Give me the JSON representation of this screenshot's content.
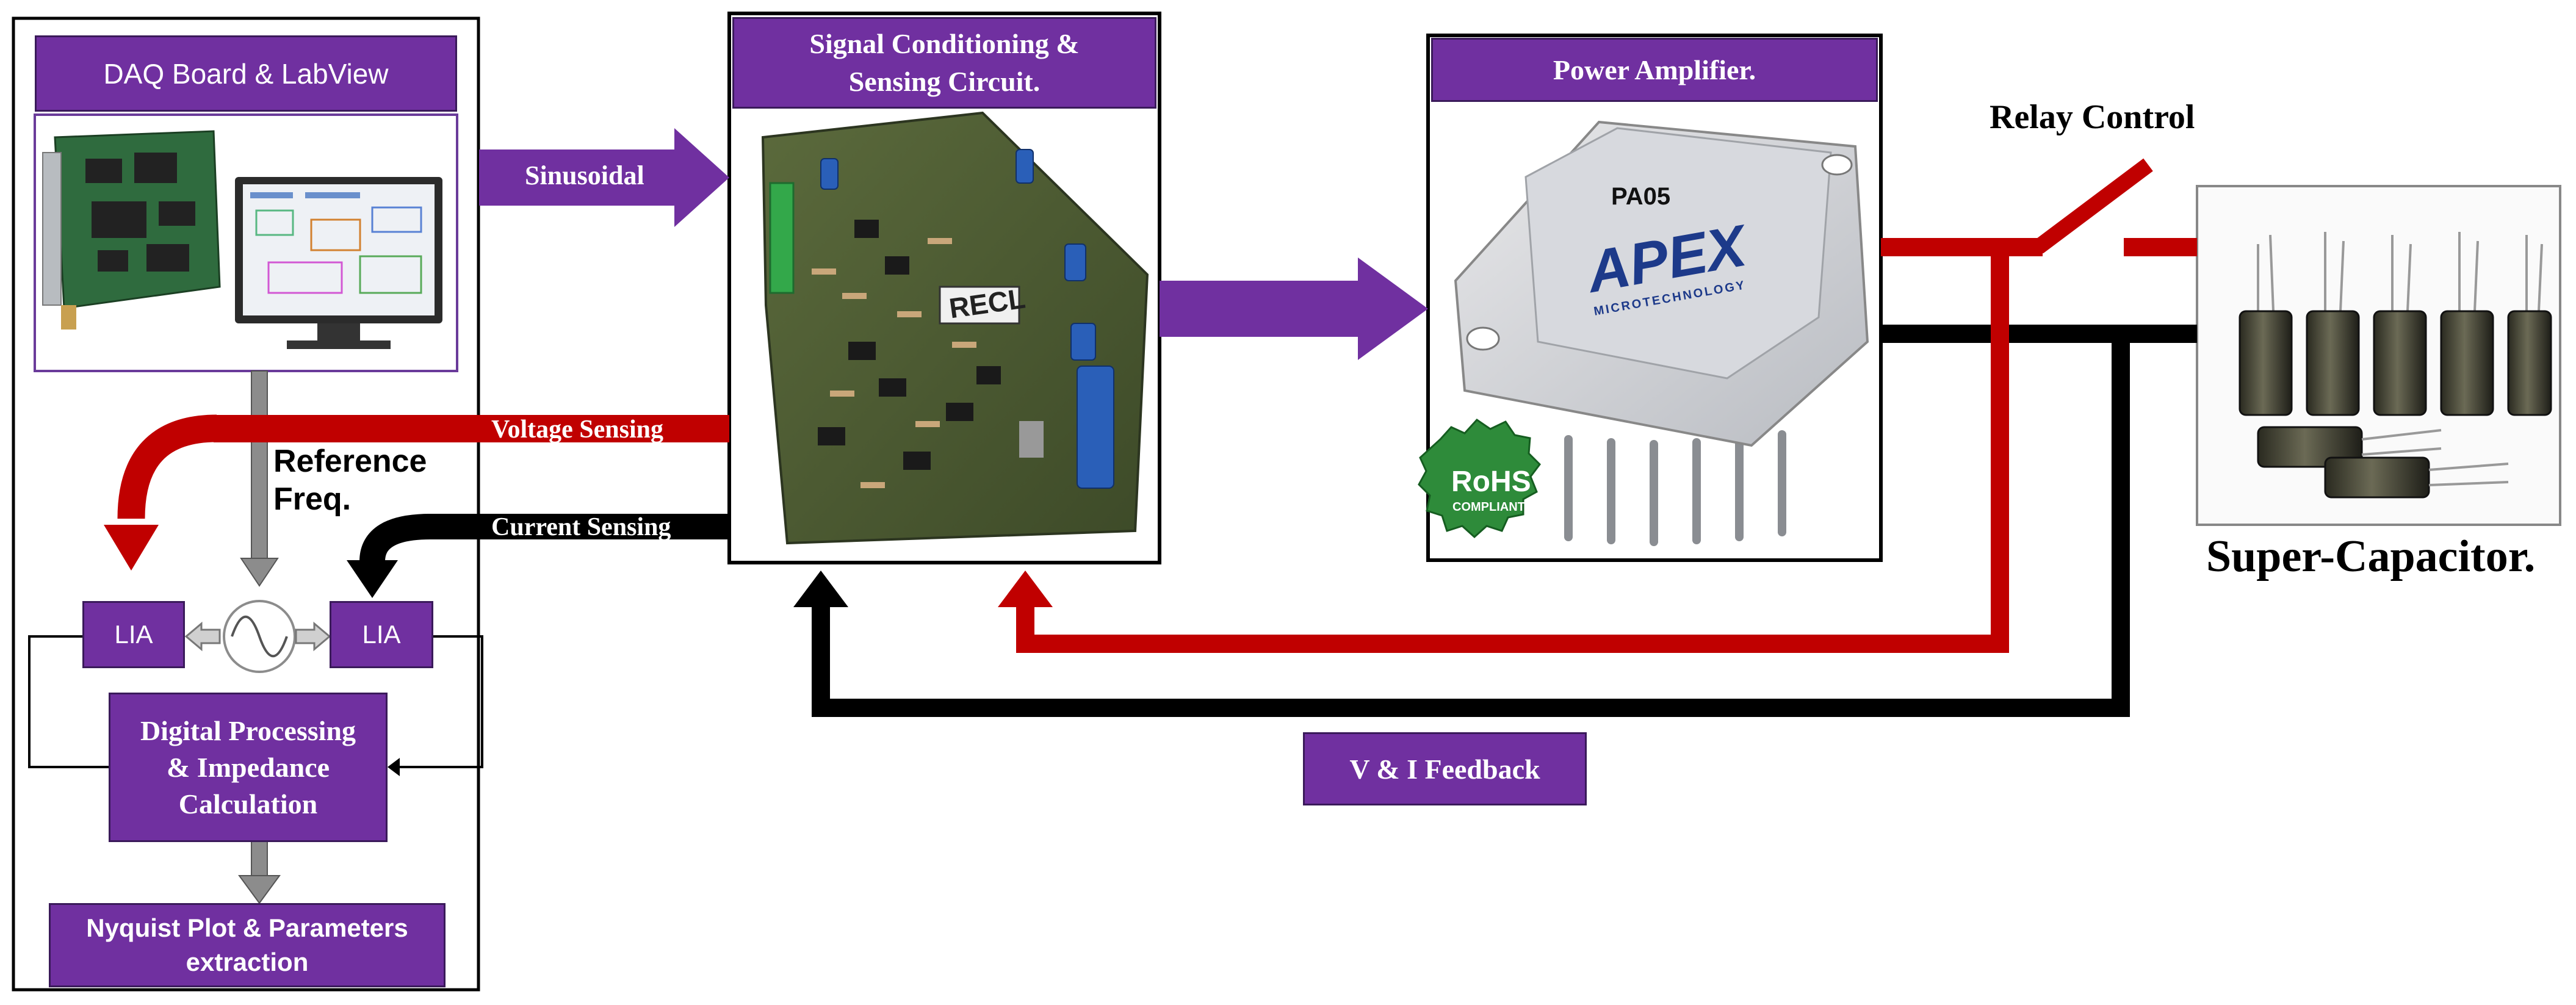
{
  "daq": {
    "title": "DAQ Board & LabView",
    "reference_freq": "Reference\nFreq.",
    "lia_left": "LIA",
    "lia_right": "LIA",
    "digital_processing": "Digital Processing\n& Impedance\nCalculation",
    "nyquist": "Nyquist Plot & Parameters\nextraction"
  },
  "signal_conditioning": {
    "title": "Signal Conditioning &\nSensing Circuit.",
    "board_logo": "RECL"
  },
  "power_amplifier": {
    "title": "Power Amplifier.",
    "chip_model": "PA05",
    "chip_brand": "APEX",
    "chip_brand_sub": "MICROTECHNOLOGY",
    "rohs_label": "RoHS",
    "rohs_sub": "COMPLIANT"
  },
  "arrows": {
    "sinusoidal": "Sinusoidal",
    "voltage_sensing": "Voltage Sensing",
    "current_sensing": "Current Sensing",
    "feedback": "V & I Feedback"
  },
  "relay_label": "Relay Control",
  "supercap_label": "Super-Capacitor.",
  "colors": {
    "purple": "#7030a0",
    "red": "#c00000",
    "black": "#000000",
    "gray": "#8c8c8c"
  }
}
